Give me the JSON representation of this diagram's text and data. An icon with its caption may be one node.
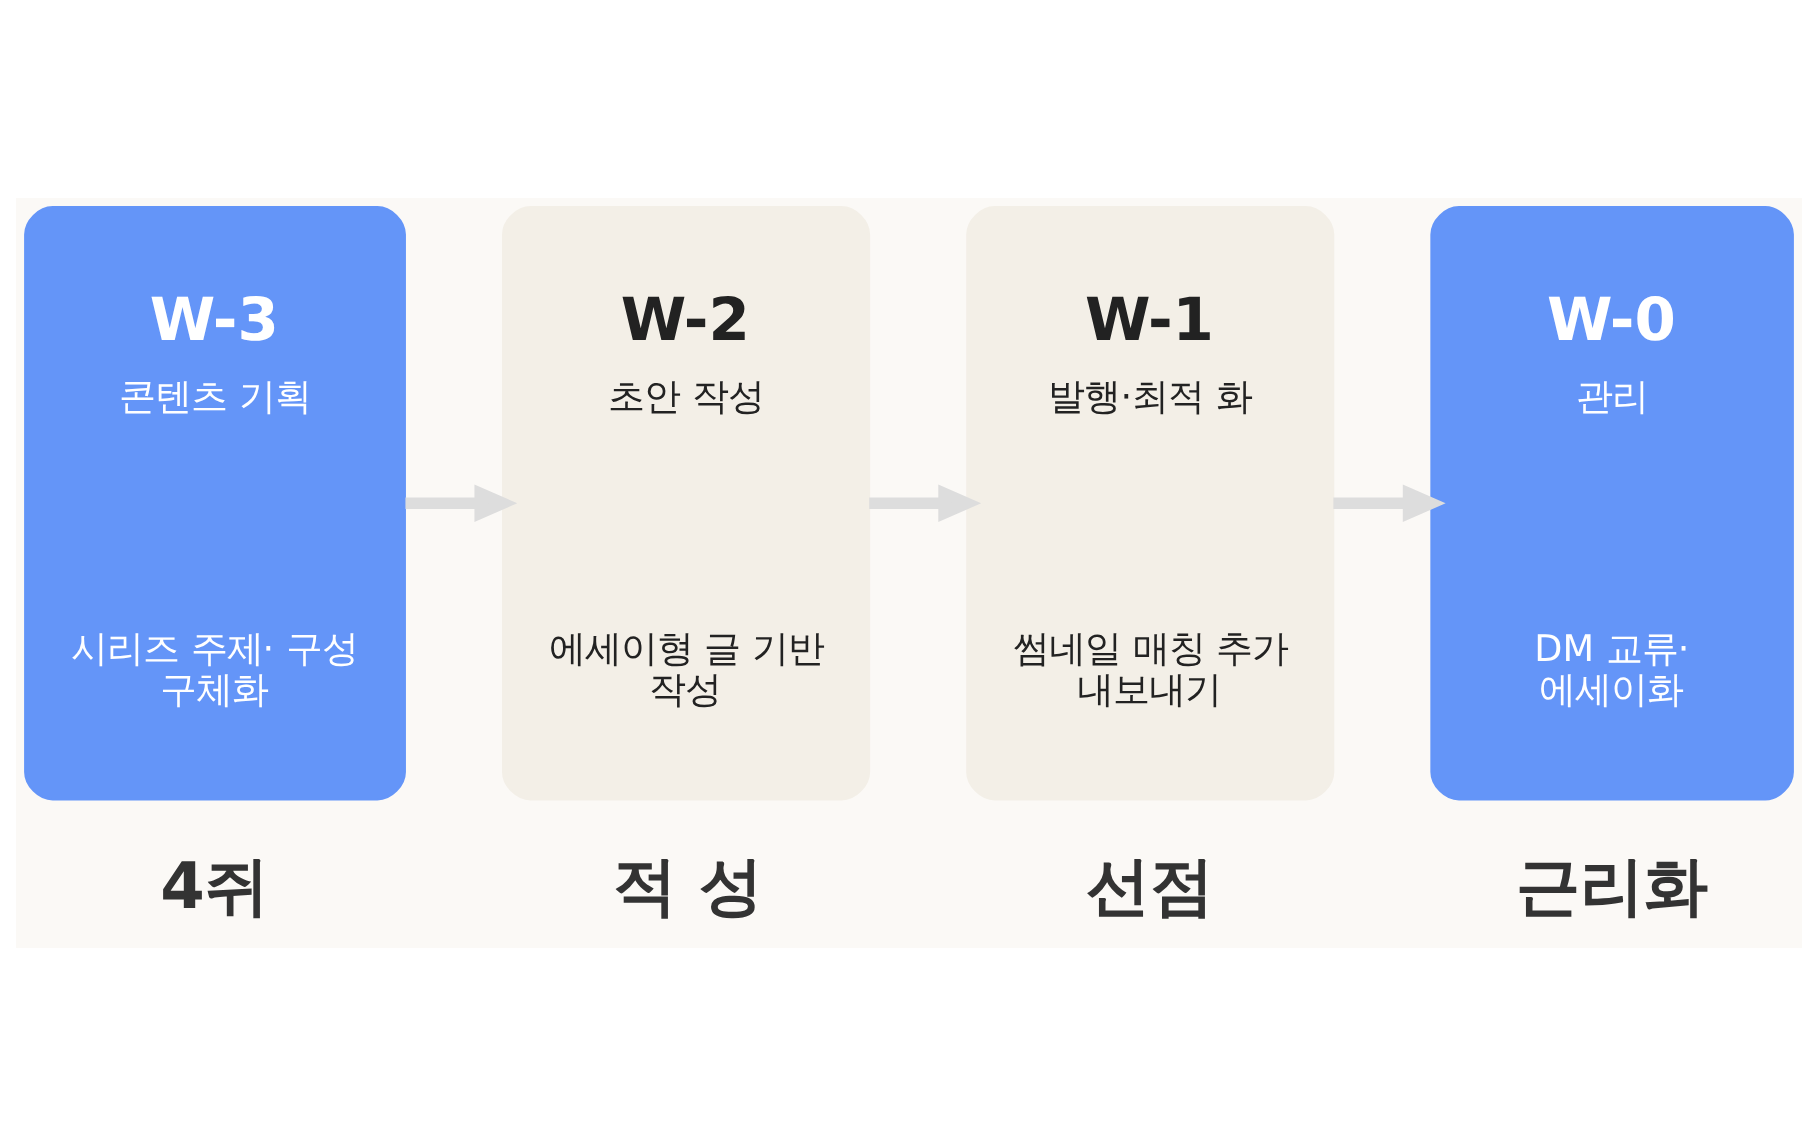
{
  "diagram": {
    "nodes": [
      {
        "text": [
          "W-3",
          "콘텐츠 기획",
          "시리즈 주제· 구성 구체화"
        ]
      },
      {
        "text": [
          "W-2",
          "초안 작성",
          "에세이형 글 기반 작성"
        ]
      },
      {
        "text": [
          "W-1",
          "발행·최적 화",
          "썸네일 매칭 추가 내보내기"
        ]
      },
      {
        "text": [
          "W-0",
          "관리",
          "DM 교류· 에세이화"
        ]
      }
    ],
    "edges": [
      {
        "from": 0,
        "to": 1,
        "arrow": "to"
      },
      {
        "from": 1,
        "to": 2,
        "arrow": "to"
      },
      {
        "from": 2,
        "to": 3,
        "arrow": "to"
      }
    ],
    "labels": [
      "4쥐",
      "적 성",
      "선점",
      "근리화"
    ]
  }
}
